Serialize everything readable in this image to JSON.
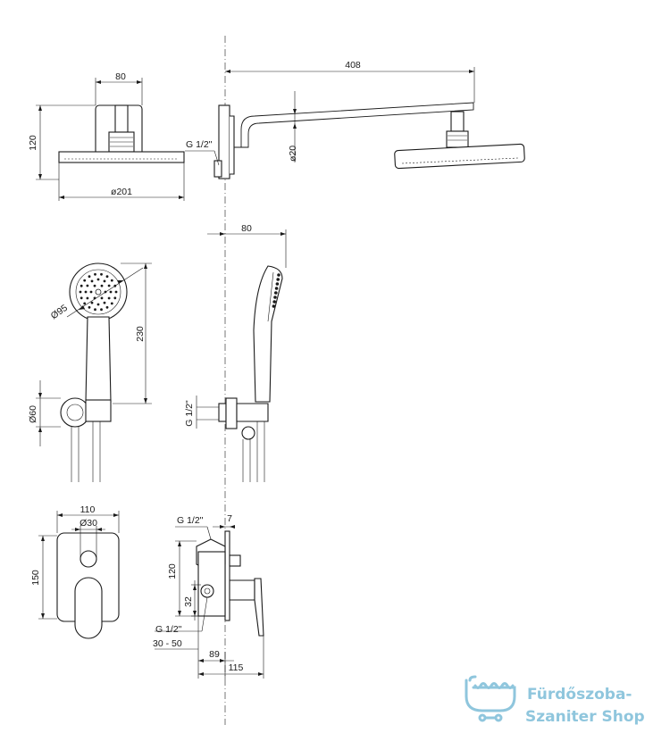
{
  "dimensions": {
    "head_width": "80",
    "head_height": "120",
    "head_diameter": "ø201",
    "arm_length": "408",
    "arm_diameter": "ø20",
    "arm_thread": "G 1/2\"",
    "hand_depth": "80",
    "hand_diameter": "Ø95",
    "hand_length": "230",
    "holder_diameter": "Ø60",
    "holder_thread": "G 1/2\"",
    "plate_width": "110",
    "plate_hole": "Ø30",
    "plate_height": "150",
    "valve_thread_top": "G 1/2\"",
    "valve_offset": "7",
    "valve_height": "120",
    "valve_outlet": "32",
    "valve_thread_bottom": "G 1/2\"",
    "wall_range": "30 - 50",
    "valve_depth": "89",
    "total_depth": "115"
  },
  "watermark": {
    "line1": "Fürdőszoba-",
    "line2": "Szaniter Shop",
    "icon": "bathtub-icon",
    "color": "#8fc6dd"
  }
}
